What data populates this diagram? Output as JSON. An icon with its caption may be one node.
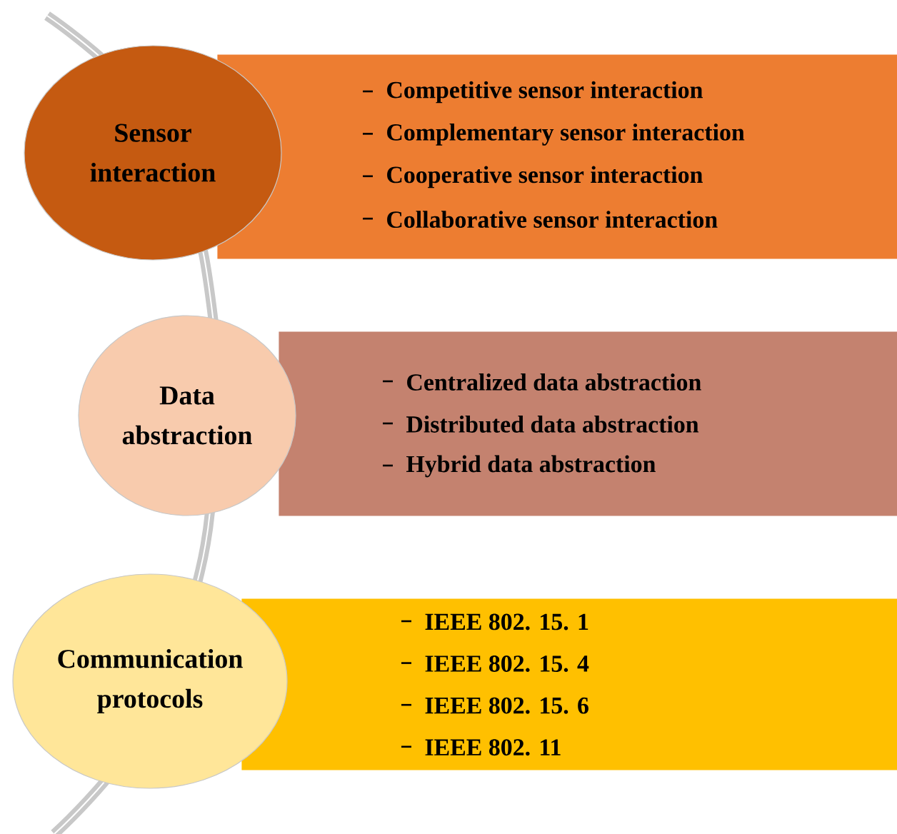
{
  "diagram": {
    "nodes": [
      {
        "text": [
          "Sensor interaction"
        ]
      },
      {
        "text": [
          "Competitive sensor interaction",
          "Complementary sensor interaction",
          "Cooperative sensor interaction",
          "Collaborative sensor interaction"
        ]
      },
      {
        "text": [
          "Data abstraction"
        ]
      },
      {
        "text": [
          "Centralized data abstraction",
          "Distributed data abstraction",
          "Hybrid data abstraction"
        ]
      },
      {
        "text": [
          "Communication protocols"
        ]
      },
      {
        "text": [
          "IEEE 802. 15. 1",
          "IEEE 802. 15. 4",
          "IEEE 802. 15. 6",
          "IEEE 802. 11"
        ]
      }
    ],
    "edges": []
  }
}
